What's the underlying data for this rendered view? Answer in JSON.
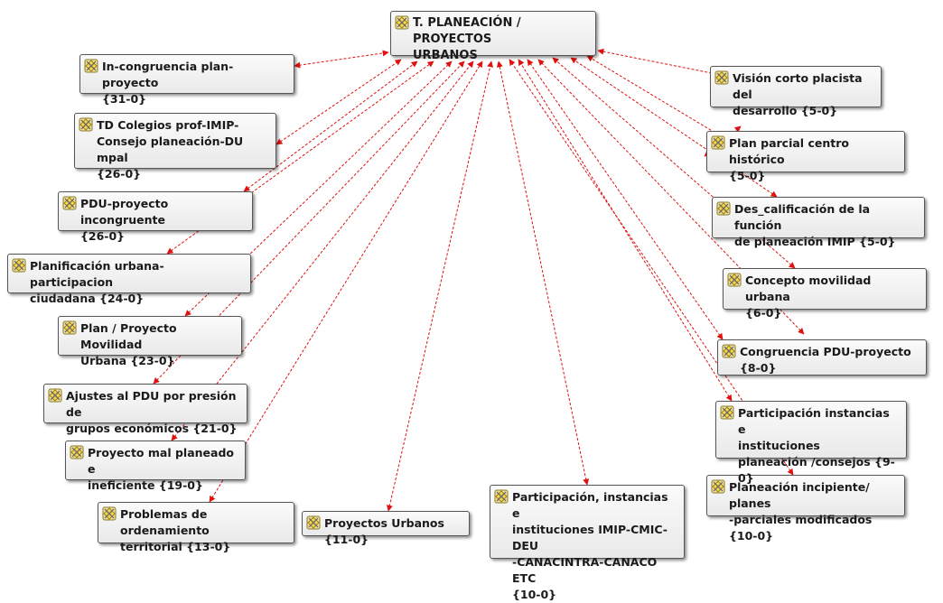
{
  "root": {
    "label": "T. PLANEACIÓN / PROYECTOS\nURBANOS",
    "icon": "code-family-icon"
  },
  "nodes": [
    {
      "id": "incongruencia",
      "label": "In-congruencia plan-proyecto\n{31-0}"
    },
    {
      "id": "td-colegios",
      "label": "TD Colegios prof-IMIP-\nConsejo planeación-DU mpal\n{26-0}"
    },
    {
      "id": "pdu-proyecto",
      "label": "PDU-proyecto incongruente\n{26-0}"
    },
    {
      "id": "planificacion",
      "label": "Planificación urbana-participacion\nciudadana {24-0}"
    },
    {
      "id": "plan-movilidad",
      "label": "Plan / Proyecto Movilidad\nUrbana {23-0}"
    },
    {
      "id": "ajustes-pdu",
      "label": "Ajustes al PDU por presión de\ngrupos económicos {21-0}"
    },
    {
      "id": "proyecto-mal",
      "label": "Proyecto mal planeado e\nineficiente {19-0}"
    },
    {
      "id": "ordenamiento",
      "label": "Problemas de ordenamiento\nterritorial {13-0}"
    },
    {
      "id": "proyectos-urbanos",
      "label": "Proyectos Urbanos {11-0}"
    },
    {
      "id": "participacion-imip",
      "label": "Participación, instancias e\ninstituciones  IMIP-CMIC-DEU\n-CANACINTRA-CANACO ETC\n{10-0}"
    },
    {
      "id": "planeacion-incipiente",
      "label": "Planeación incipiente/ planes\n-parciales modificados {10-0}"
    },
    {
      "id": "participacion-consejos",
      "label": "Participación instancias e\ninstituciones\nplaneación /consejos {9-0}"
    },
    {
      "id": "congruencia",
      "label": "Congruencia PDU-proyecto {8-0}"
    },
    {
      "id": "movilidad",
      "label": "Concepto movilidad urbana\n{6-0}"
    },
    {
      "id": "descalificacion",
      "label": "Des_calificación de la función\nde planeación IMIP {5-0}"
    },
    {
      "id": "plan-parcial",
      "label": "Plan parcial centro histórico\n{5-0}"
    },
    {
      "id": "vision",
      "label": "Visión corto placista del\ndesarrollo {5-0}"
    }
  ],
  "colors": {
    "edge": "#e01010",
    "node_border": "#555555",
    "node_bg": "#f2f2f2"
  }
}
